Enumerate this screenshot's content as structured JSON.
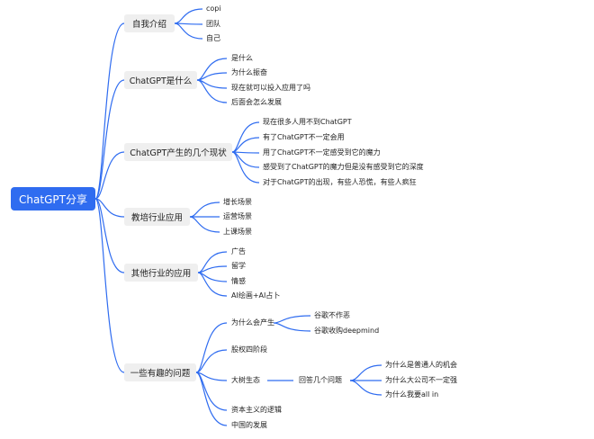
{
  "root": "ChatGPT分享",
  "branches": [
    {
      "label": "自我介绍",
      "children": [
        "copi",
        "团队",
        "自己"
      ]
    },
    {
      "label": "ChatGPT是什么",
      "children": [
        "是什么",
        "为什么振奋",
        "现在就可以投入应用了吗",
        "后面会怎么发展"
      ]
    },
    {
      "label": "ChatGPT产生的几个现状",
      "children": [
        "现在很多人用不到ChatGPT",
        "有了ChatGPT不一定会用",
        "用了ChatGPT不一定感受到它的魔力",
        "感受到了ChatGPT的魔力但是没有感受到它的深度",
        "对于ChatGPT的出现，有些人恐慌，有些人疯狂"
      ]
    },
    {
      "label": "教培行业应用",
      "children": [
        "增长场景",
        "运营场景",
        "上课场景"
      ]
    },
    {
      "label": "其他行业的应用",
      "children": [
        "广告",
        "留学",
        "情感",
        "AI绘画+AI占卜"
      ]
    },
    {
      "label": "一些有趣的问题",
      "children": [
        {
          "label": "为什么会产生",
          "children": [
            "谷歌不作恶",
            "谷歌收购deepmind"
          ]
        },
        {
          "label": "股权四阶段"
        },
        {
          "label": "大树生态",
          "children": [
            {
              "label": "回答几个问题",
              "children": [
                "为什么是普通人的机会",
                "为什么大公司不一定强",
                "为什么我要all in"
              ]
            }
          ]
        },
        {
          "label": "资本主义的逻辑"
        },
        {
          "label": "中国的发展"
        }
      ]
    }
  ]
}
